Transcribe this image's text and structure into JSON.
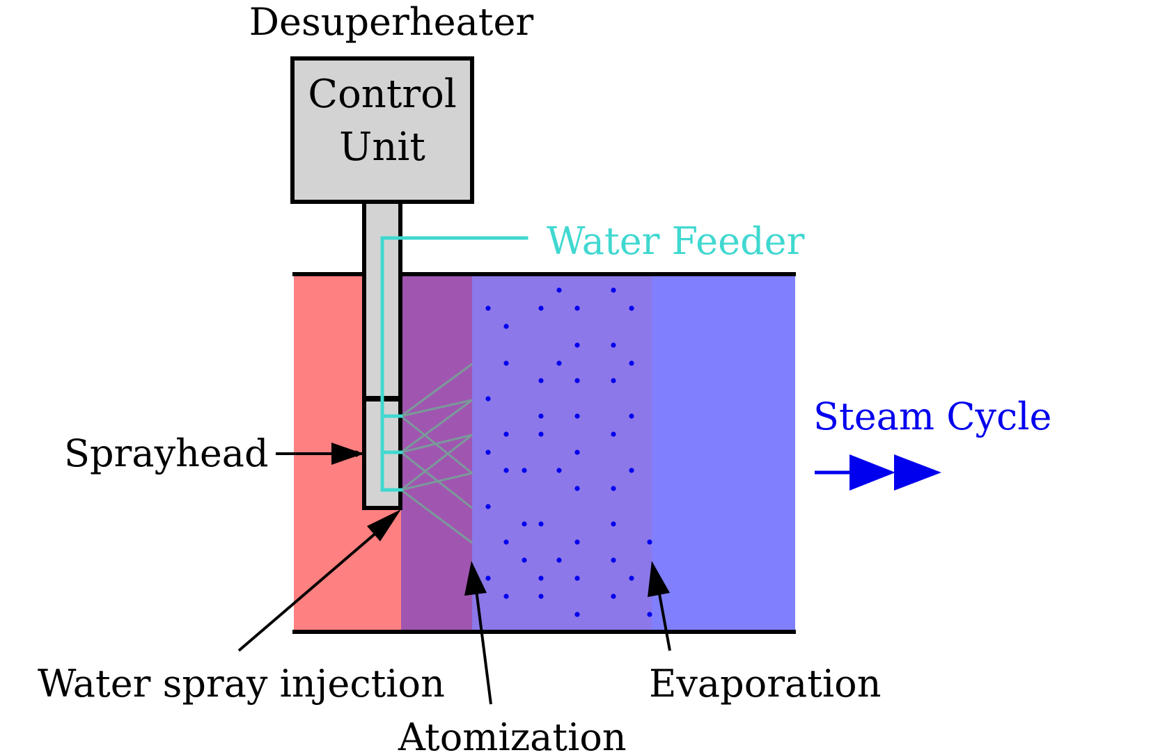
{
  "labels": {
    "title": "Desuperheater",
    "control_unit_line1": "Control",
    "control_unit_line2": "Unit",
    "water_feeder": "Water Feeder",
    "steam_cycle": "Steam Cycle",
    "sprayhead": "Sprayhead",
    "water_spray_injection": "Water spray injection",
    "atomization": "Atomization",
    "evaporation": "Evaporation"
  },
  "colors": {
    "hot_steam": "#ff8080",
    "mixing_zone": "#a056b0",
    "atomization_zone": "#8c78e8",
    "cooled_steam": "#8080ff",
    "water_feeder": "#40d8d0",
    "steam_cycle": "#0000ee",
    "droplets": "#0000ee",
    "spray_lines": "#7a9a9a",
    "control_unit_fill": "#d3d3d3",
    "outline": "#000000"
  }
}
